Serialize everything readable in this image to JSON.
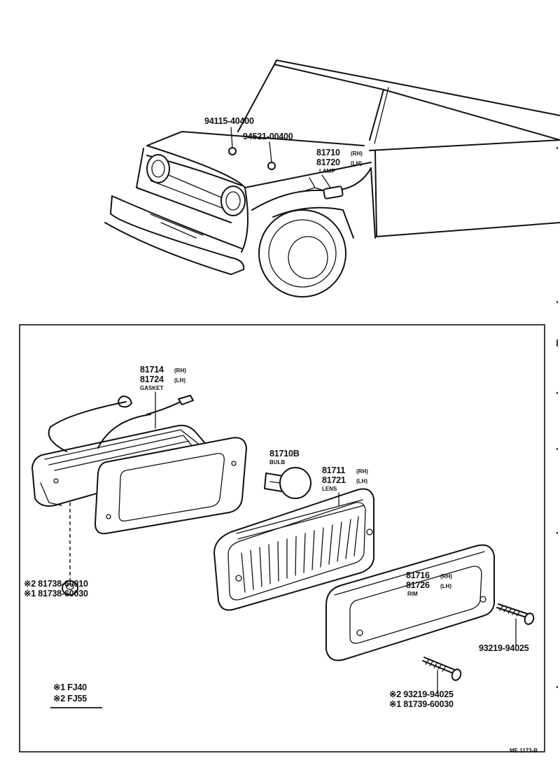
{
  "vehicle_view": {
    "callouts": [
      {
        "id": "c1",
        "lines": [
          "94115-40400"
        ]
      },
      {
        "id": "c2",
        "lines": [
          "94521-00400"
        ]
      },
      {
        "id": "c3",
        "lines": [
          "81710",
          "81720",
          "LAMP"
        ],
        "sides": [
          "(RH)",
          "(LH)"
        ]
      }
    ]
  },
  "exploded_view": {
    "callouts": [
      {
        "id": "gasket",
        "lines": [
          "81714",
          "81724",
          "GASKET"
        ],
        "sides": [
          "(RH)",
          "(LH)"
        ]
      },
      {
        "id": "bulb",
        "lines": [
          "81710B",
          "BULB"
        ]
      },
      {
        "id": "lens",
        "lines": [
          "81711",
          "81721",
          "LENS"
        ],
        "sides": [
          "(RH)",
          "(LH)"
        ]
      },
      {
        "id": "rim",
        "lines": [
          "81716",
          "81726",
          "RIM"
        ],
        "sides": [
          "(RH)",
          "(LH)"
        ]
      },
      {
        "id": "grommet",
        "lines": [
          "※2  81738-60010",
          "※1  81738-60030"
        ]
      },
      {
        "id": "screw-right",
        "lines": [
          "93219-94025"
        ]
      },
      {
        "id": "screw-bottom",
        "lines": [
          "※2 93219-94025",
          "※1 81739-60030"
        ]
      }
    ],
    "legend": [
      "※1  FJ40",
      "※2  FJ55"
    ]
  },
  "drawing_code": "ME 1173-B"
}
